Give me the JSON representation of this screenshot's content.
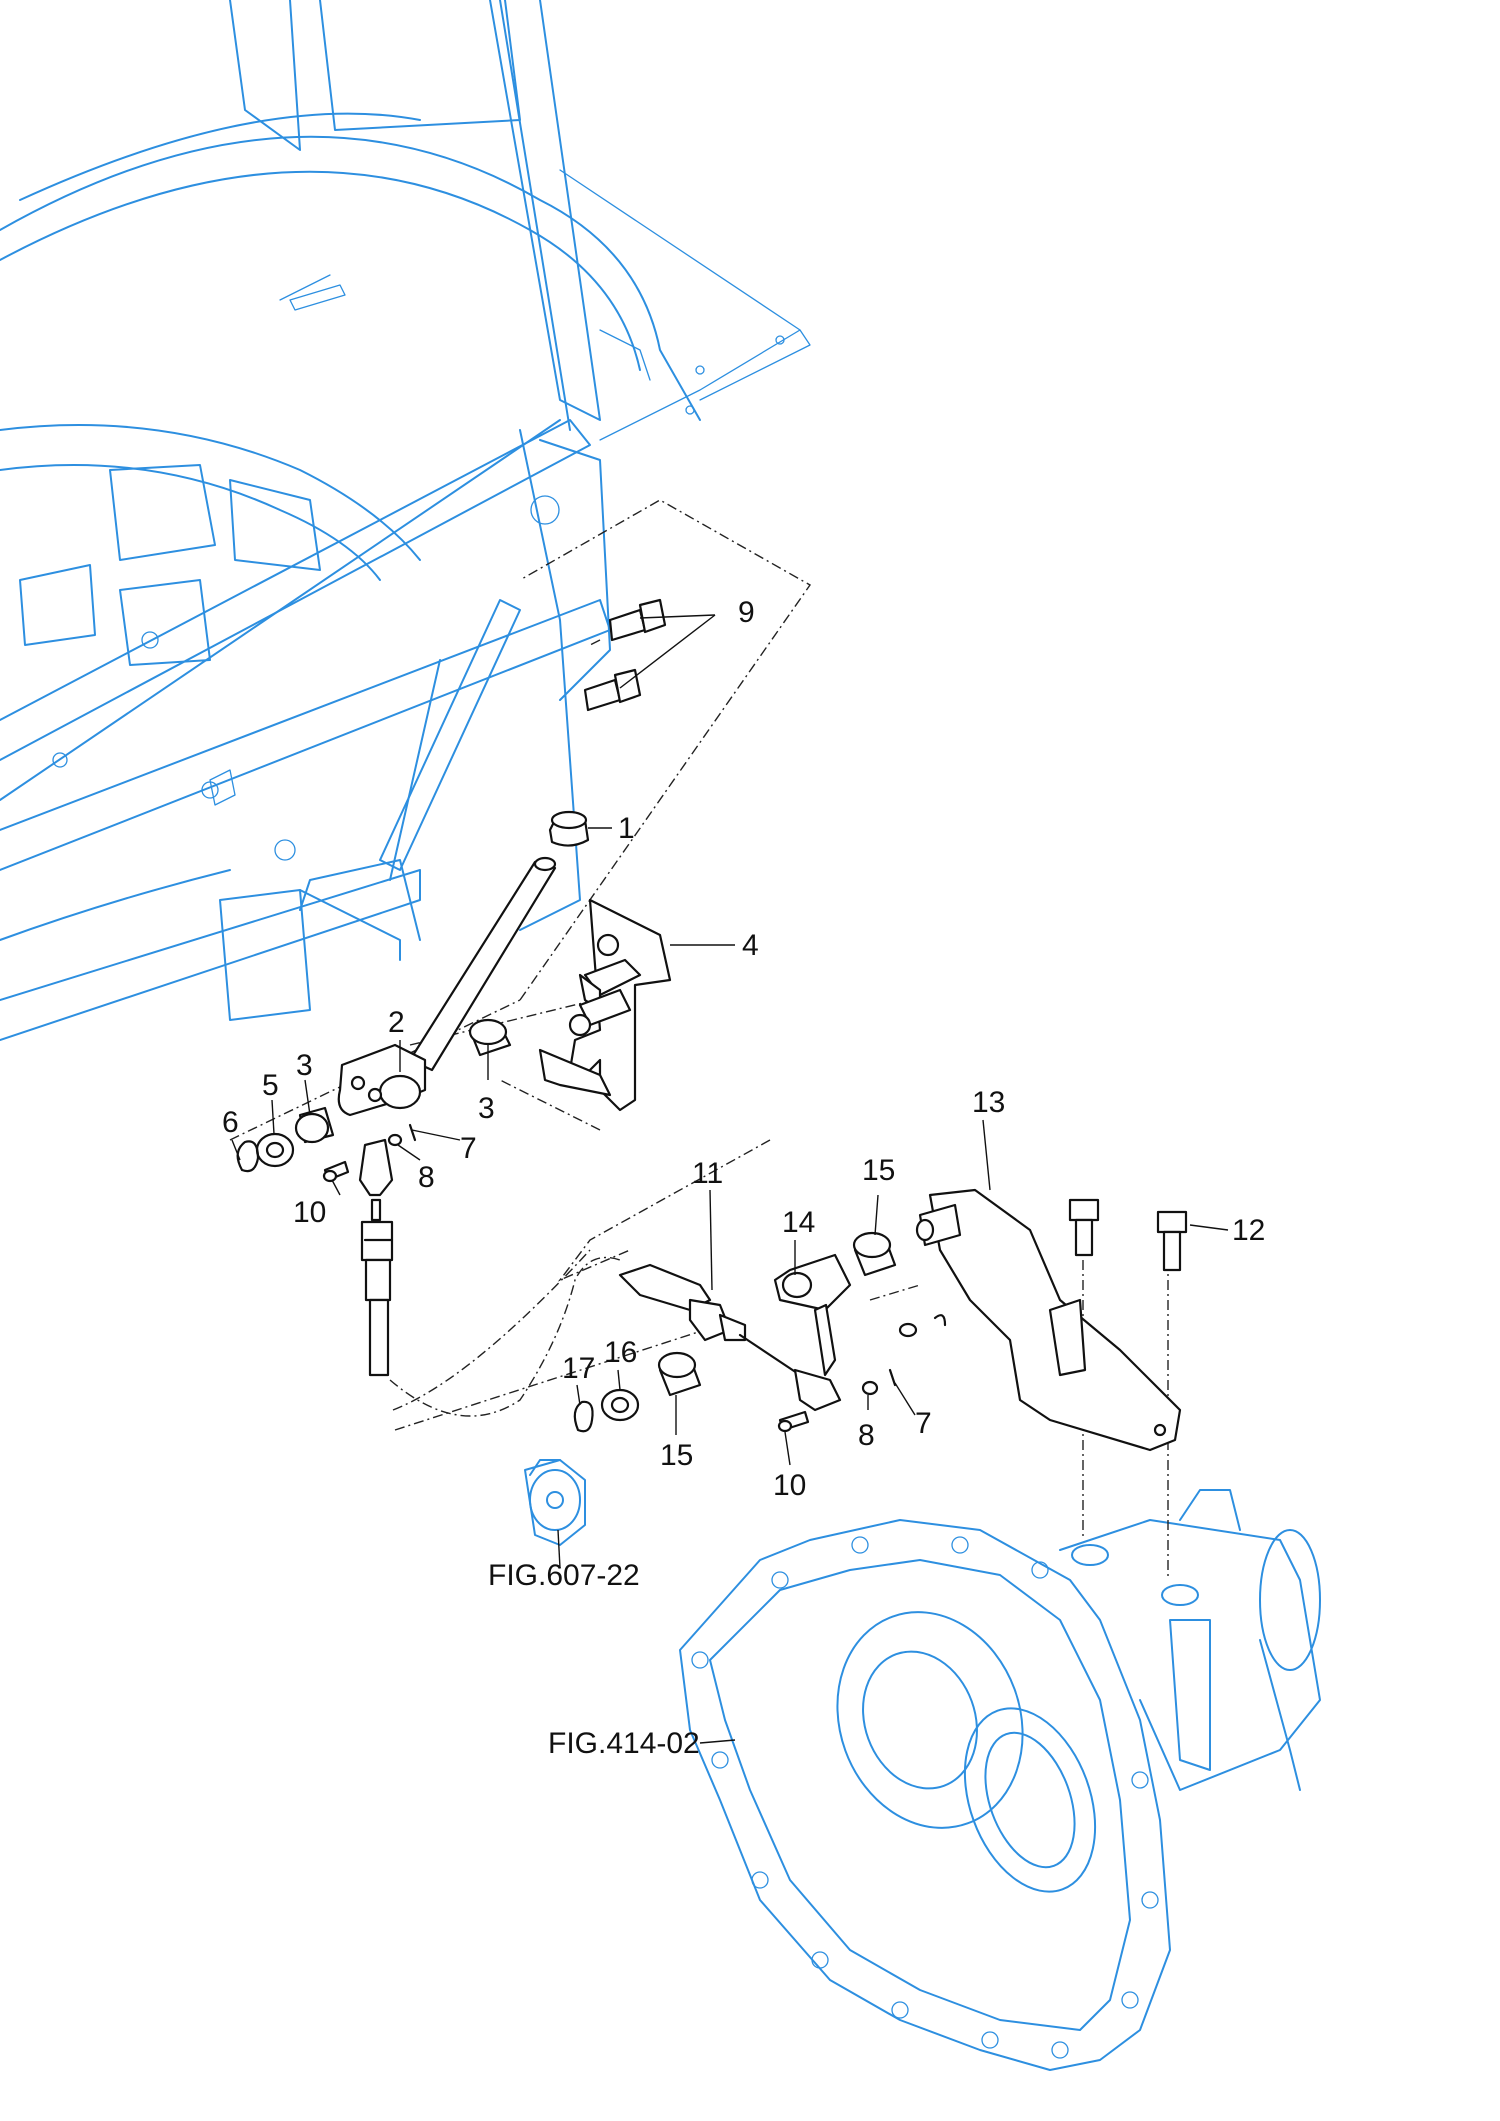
{
  "callouts": {
    "c1": "1",
    "c2": "2",
    "c3a": "3",
    "c3b": "3",
    "c4": "4",
    "c5": "5",
    "c6": "6",
    "c7a": "7",
    "c7b": "7",
    "c8a": "8",
    "c8b": "8",
    "c9": "9",
    "c10a": "10",
    "c10b": "10",
    "c11": "11",
    "c12": "12",
    "c13": "13",
    "c14": "14",
    "c15a": "15",
    "c15b": "15",
    "c16": "16",
    "c17": "17"
  },
  "references": {
    "fig_607_22": "FIG.607-22",
    "fig_414_02": "FIG.414-02"
  },
  "colors": {
    "reference_linework": "#2d8fe0",
    "part_linework": "#111111",
    "background": "#ffffff"
  }
}
